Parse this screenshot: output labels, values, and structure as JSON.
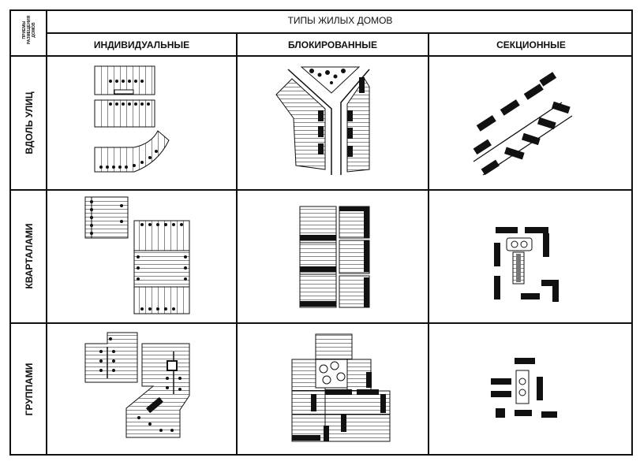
{
  "table": {
    "corner_label": "ПРИЕМЫ РАЗМЕЩЕНИЯ ДОМОВ",
    "header_title": "ТИПЫ ЖИЛЫХ ДОМОВ",
    "columns": [
      "ИНДИВИДУАЛЬНЫЕ",
      "БЛОКИРОВАННЫЕ",
      "СЕКЦИОННЫЕ"
    ],
    "rows": [
      "ВДОЛЬ УЛИЦ",
      "КВАРТАЛАМИ",
      "ГРУППАМИ"
    ]
  }
}
